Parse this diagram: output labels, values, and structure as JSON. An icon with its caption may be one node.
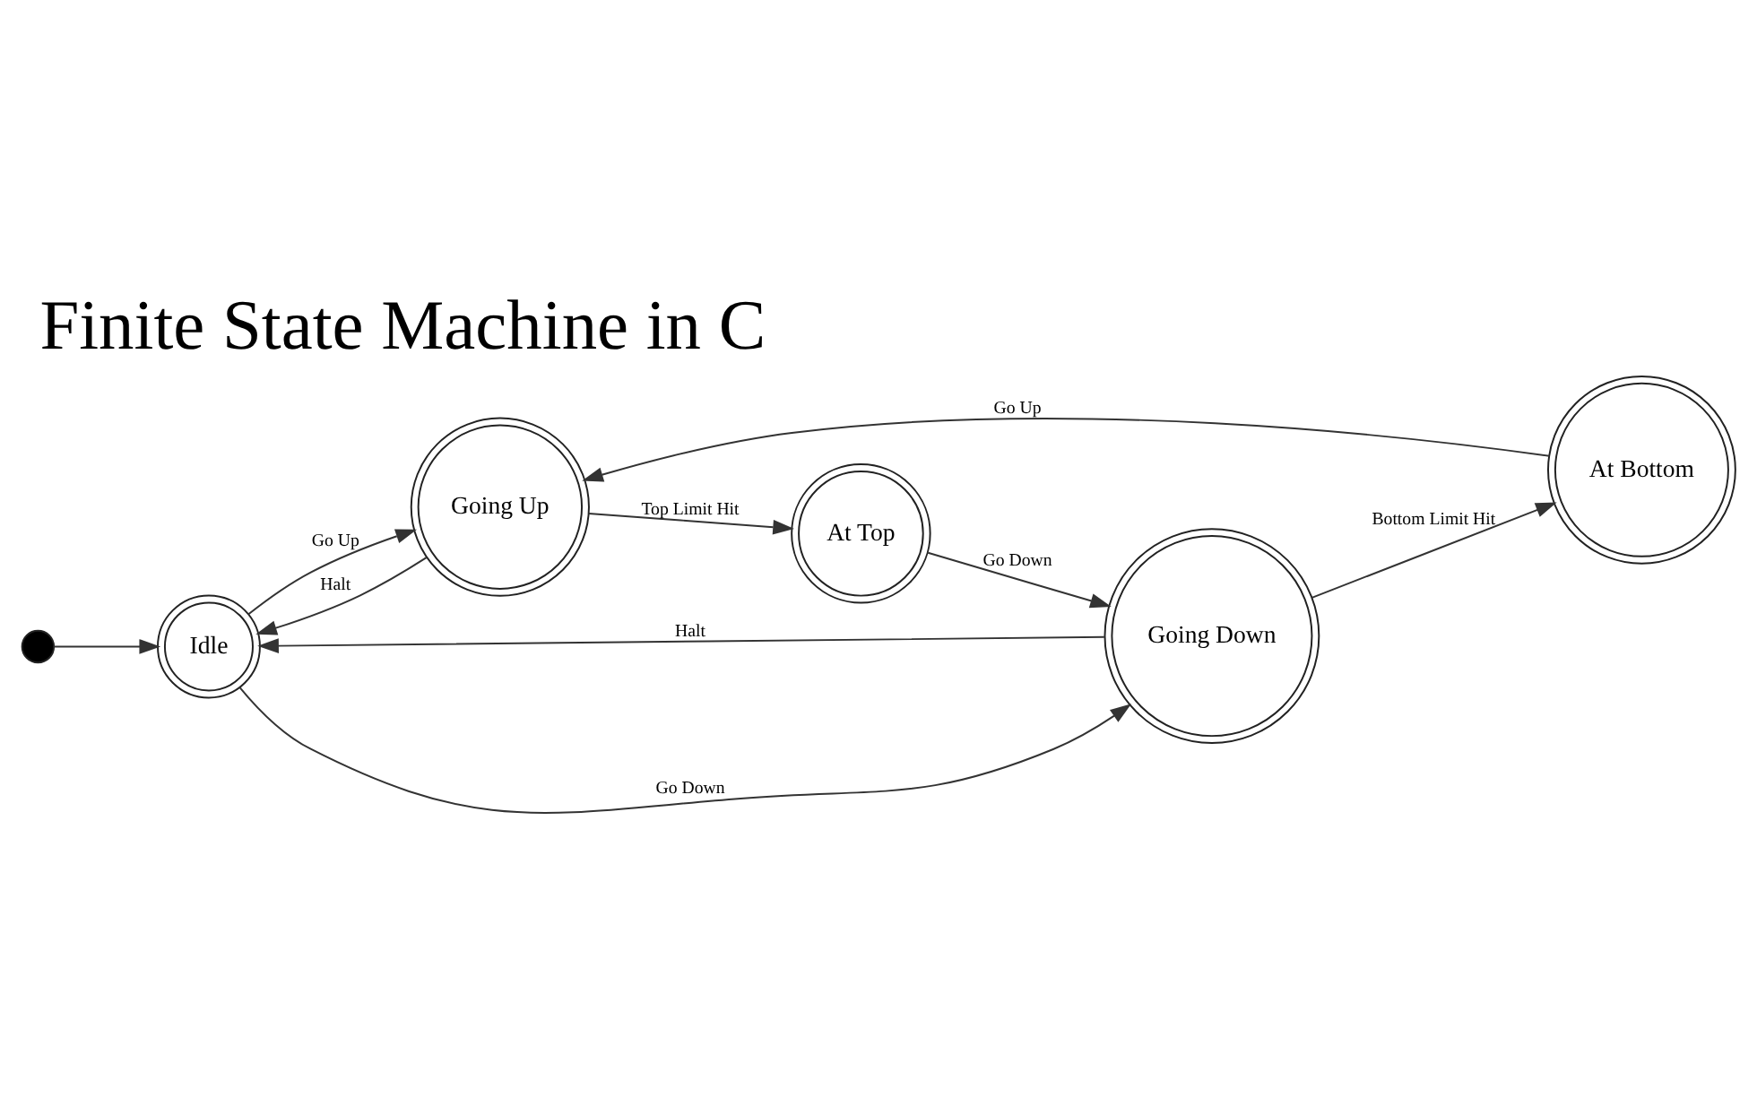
{
  "diagram": {
    "title": "Finite State Machine in C",
    "nodes": [
      {
        "text": [],
        "shape": "circle"
      },
      {
        "text": [
          "Idle"
        ]
      },
      {
        "text": [
          "Going Up"
        ]
      },
      {
        "text": [
          "Going Down"
        ]
      },
      {
        "text": [
          "At Top"
        ]
      },
      {
        "text": [
          "At Bottom"
        ]
      }
    ],
    "edges": [
      {
        "from": 0,
        "to": 1,
        "arrow": "to"
      },
      {
        "from": 1,
        "to": 2,
        "arrow": "to",
        "label": "Go Up"
      },
      {
        "from": 2,
        "to": 1,
        "arrow": "to",
        "label": "Halt"
      },
      {
        "from": 1,
        "to": 3,
        "arrow": "to",
        "label": "Go Down"
      },
      {
        "from": 3,
        "to": 1,
        "arrow": "to",
        "label": "Halt"
      },
      {
        "from": 2,
        "to": 4,
        "arrow": "to",
        "label": "Top Limit Hit"
      },
      {
        "from": 5,
        "to": 2,
        "arrow": "to",
        "label": "Go Up"
      },
      {
        "from": 4,
        "to": 3,
        "arrow": "to",
        "label": "Go Down"
      },
      {
        "from": 3,
        "to": 5,
        "arrow": "to",
        "label": "Bottom Limit Hit"
      }
    ]
  }
}
